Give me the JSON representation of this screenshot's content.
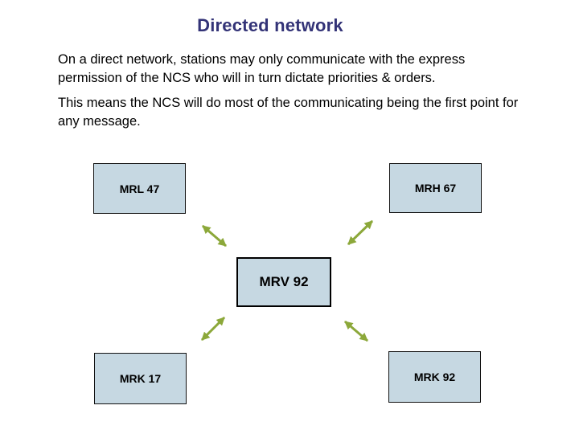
{
  "slide": {
    "title": "Directed network",
    "paragraphs": [
      "On a direct network, stations may only communicate with the express permission of the NCS who will in turn dictate priorities & orders.",
      "This means the NCS will do most of the communicating being the first point for any message."
    ]
  },
  "diagram": {
    "nodes": [
      {
        "id": "mrl-47",
        "label": "MRL 47",
        "role": "station"
      },
      {
        "id": "mrh-67",
        "label": "MRH 67",
        "role": "station"
      },
      {
        "id": "mrv-92",
        "label": "MRV 92",
        "role": "net-control-station-center"
      },
      {
        "id": "mrk-17",
        "label": "MRK 17",
        "role": "station"
      },
      {
        "id": "mrk-92",
        "label": "MRK 92",
        "role": "station"
      }
    ],
    "edges": [
      {
        "from": "MRV 92",
        "to": "MRL 47",
        "bidirectional": true
      },
      {
        "from": "MRV 92",
        "to": "MRH 67",
        "bidirectional": true
      },
      {
        "from": "MRV 92",
        "to": "MRK 17",
        "bidirectional": true
      },
      {
        "from": "MRV 92",
        "to": "MRK 92",
        "bidirectional": true
      }
    ]
  },
  "colors": {
    "background": "#ffffff",
    "title_text": "#333377",
    "body_text": "#000000",
    "box_fill": "#c6d8e2",
    "box_border": "#111111",
    "center_box_border": "#000000",
    "arrow": "#8CA83A"
  }
}
